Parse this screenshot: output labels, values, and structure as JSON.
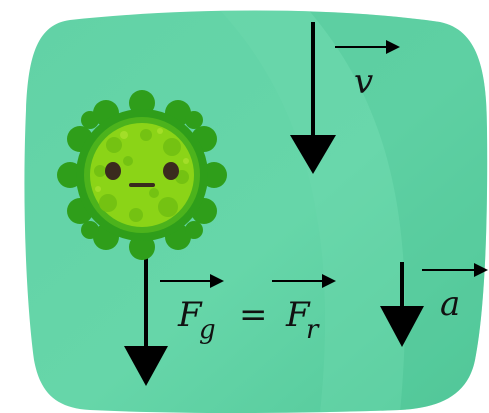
{
  "labels": {
    "velocity": "v",
    "acceleration": "a",
    "force_gravity_base": "F",
    "force_gravity_sub": "g",
    "equals": "=",
    "force_resistance_base": "F",
    "force_resistance_sub": "r"
  },
  "colors": {
    "background_blob": "#5fd3a4",
    "background_blob_light": "#74dbb2",
    "arrow": "#000000",
    "virus_outer": "#2f9e1a",
    "virus_body": "#8bd417",
    "virus_spots": "#6cbe12",
    "virus_face": "#3a2a1e"
  },
  "icons": {
    "character": "virus-character-icon"
  }
}
